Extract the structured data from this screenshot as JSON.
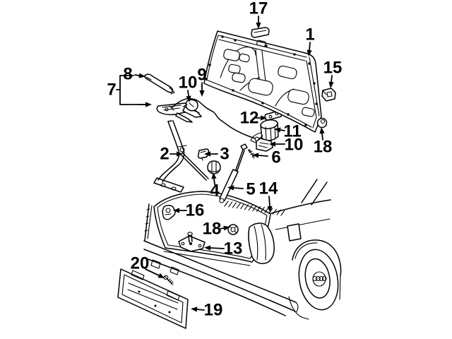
{
  "figure": {
    "kind": "exploded-parts-diagram",
    "background_color": "#ffffff",
    "line_color": "#000000",
    "callouts": [
      {
        "label": "1"
      },
      {
        "label": "2"
      },
      {
        "label": "3"
      },
      {
        "label": "4"
      },
      {
        "label": "5"
      },
      {
        "label": "6"
      },
      {
        "label": "7"
      },
      {
        "label": "8"
      },
      {
        "label": "9"
      },
      {
        "label": "10"
      },
      {
        "label": "11"
      },
      {
        "label": "12"
      },
      {
        "label": "10"
      },
      {
        "label": "13"
      },
      {
        "label": "14"
      },
      {
        "label": "15"
      },
      {
        "label": "16"
      },
      {
        "label": "17"
      },
      {
        "label": "18"
      },
      {
        "label": "18"
      },
      {
        "label": "19"
      },
      {
        "label": "20"
      }
    ]
  }
}
